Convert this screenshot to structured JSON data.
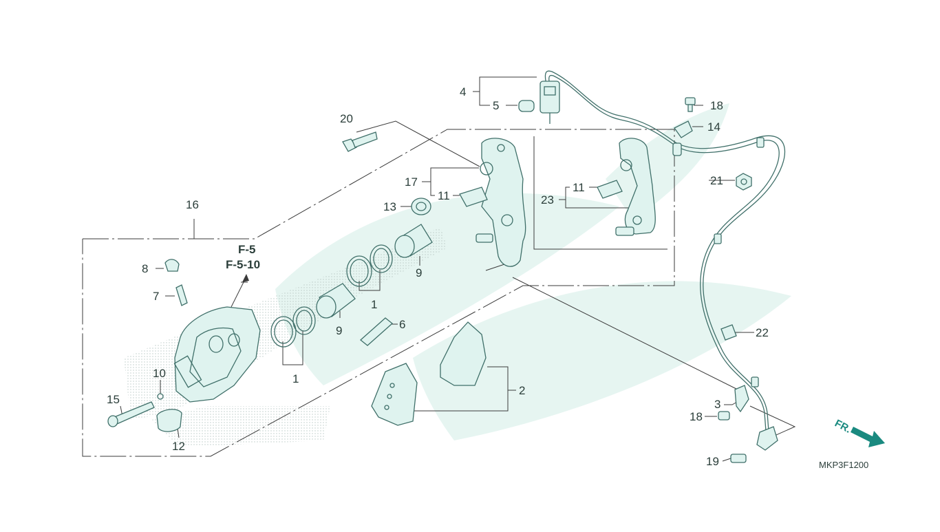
{
  "diagram_code": "MKP3F1200",
  "direction_label": "FR.",
  "reference_lines": [
    "F-5",
    "F-5-10"
  ],
  "callouts": {
    "c1a": "1",
    "c1b": "1",
    "c2": "2",
    "c3": "3",
    "c4": "4",
    "c5": "5",
    "c6": "6",
    "c7": "7",
    "c8": "8",
    "c9a": "9",
    "c9b": "9",
    "c10": "10",
    "c11a": "11",
    "c11b": "11",
    "c12": "12",
    "c13": "13",
    "c14": "14",
    "c15": "15",
    "c16": "16",
    "c17": "17",
    "c18a": "18",
    "c18b": "18",
    "c19": "19",
    "c20": "20",
    "c21": "21",
    "c22": "22",
    "c23": "23"
  },
  "colors": {
    "outline": "#3f6f69",
    "fill": "#dff3ef",
    "watermark": "#e6f5f1",
    "text": "#2b3e3a",
    "arrow": "#1a8a80"
  }
}
